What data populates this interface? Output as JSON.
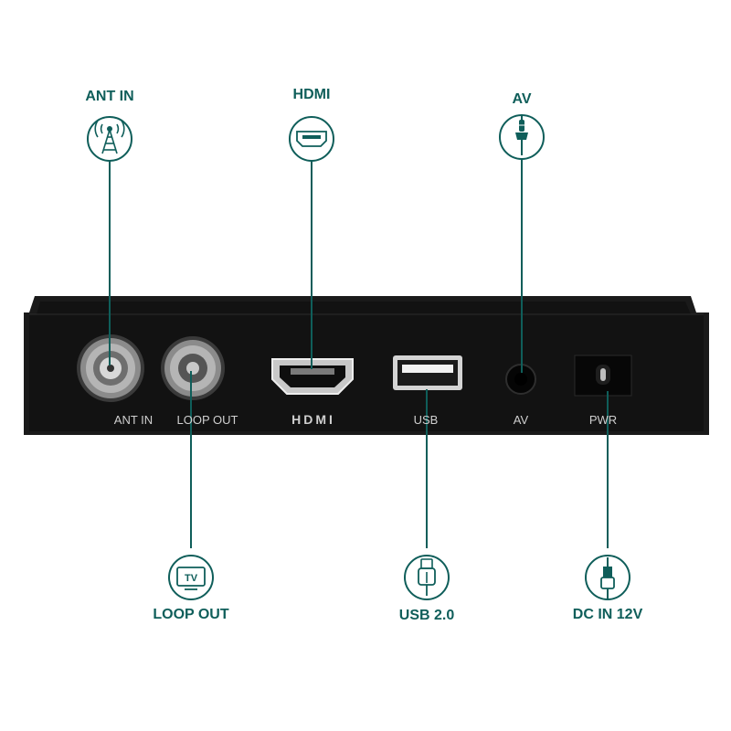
{
  "callouts": {
    "ant_in": "ANT IN",
    "hdmi": "HDMI",
    "av": "AV",
    "loop_out": "LOOP OUT",
    "usb": "USB 2.0",
    "dc_in": "DC IN 12V"
  },
  "device_labels": {
    "ant_in": "ANT IN",
    "loop_out": "LOOP OUT",
    "hdmi": "HDMI",
    "usb": "USB",
    "av": "AV",
    "pwr": "PWR"
  },
  "icon_text": {
    "tv": "TV"
  },
  "colors": {
    "accent": "#0f5e5a",
    "device_body": "#141414",
    "device_label": "#cfcfcf"
  },
  "icons": [
    "antenna-icon",
    "hdmi-icon",
    "av-jack-icon",
    "tv-icon",
    "usb-icon",
    "dc-plug-icon"
  ]
}
